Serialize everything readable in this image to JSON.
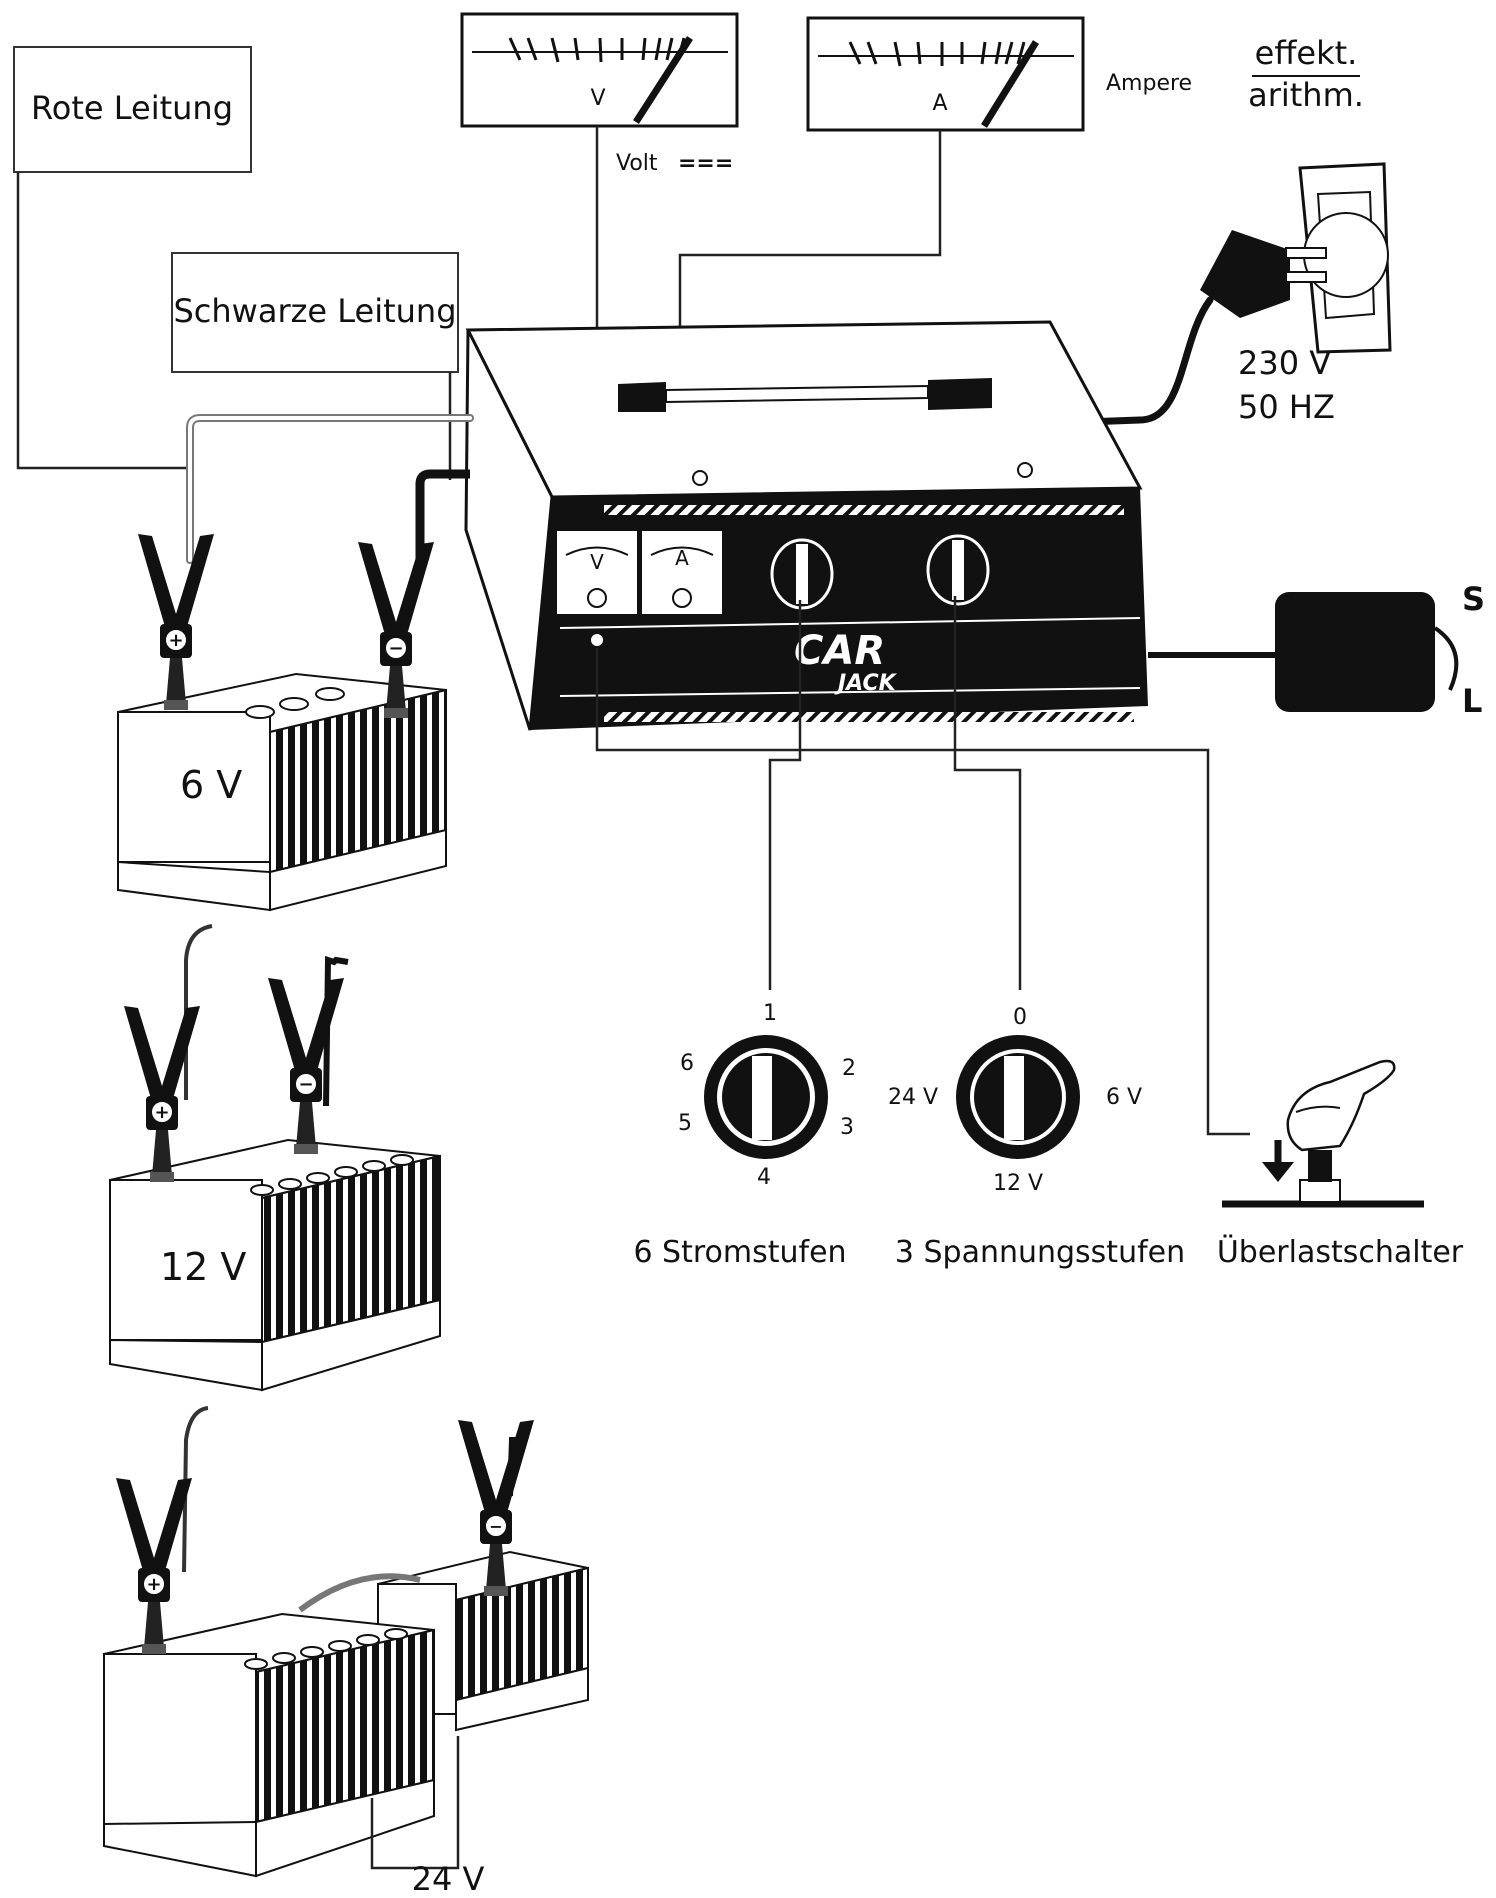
{
  "labels": {
    "rote_leitung": "Rote Leitung",
    "schwarze_leitung": "Schwarze Leitung",
    "volt_meter_symbol": "V",
    "amp_meter_symbol": "A",
    "volt_dc": "Volt",
    "dc_symbol": "===",
    "ampere": "Ampere",
    "effekt": "effekt.",
    "arithm": "arithm.",
    "mains_voltage": "230 V",
    "mains_freq": "50 HZ",
    "switch_s": "S",
    "switch_l": "L",
    "brand_line1": "CAR",
    "brand_line2": "JACK",
    "battery_6v": "6 V",
    "battery_12v": "12 V",
    "battery_24v": "24 V",
    "current_steps": "6 Stromstufen",
    "voltage_steps": "3 Spannungsstufen",
    "overload_switch": "Überlastschalter",
    "panel_v": "V",
    "panel_a": "A",
    "plus": "+",
    "minus": "−"
  },
  "current_knob": {
    "positions": [
      "1",
      "2",
      "3",
      "4",
      "5",
      "6"
    ]
  },
  "voltage_knob": {
    "pos_top": "0",
    "pos_right": "6 V",
    "pos_bottom": "12 V",
    "pos_left": "24 V"
  }
}
